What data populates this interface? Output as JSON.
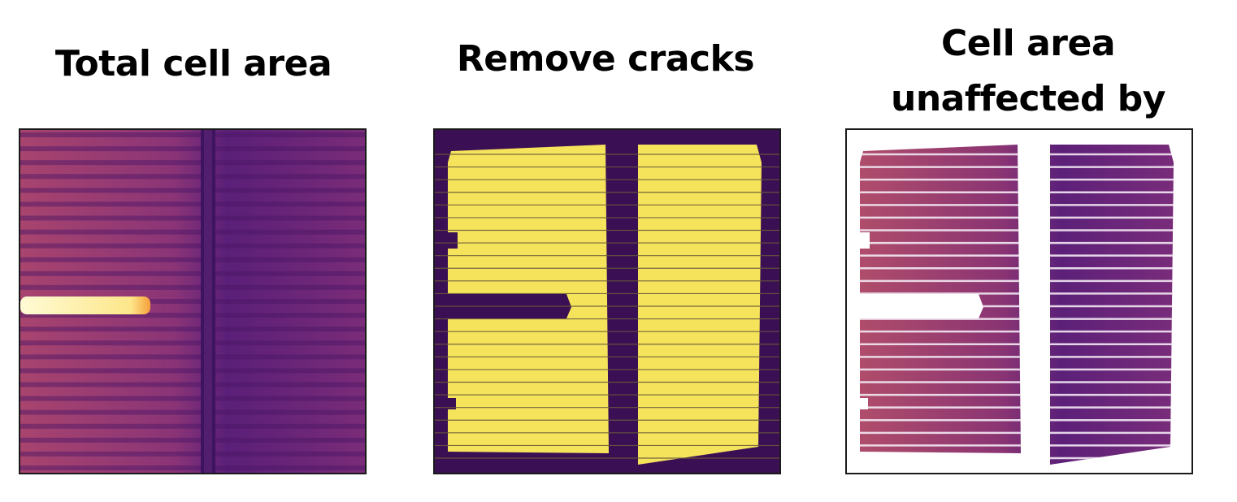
{
  "panels": [
    {
      "title": "Total cell area"
    },
    {
      "title": "Remove cracks"
    },
    {
      "title": "Cell area unaffected by cracks"
    }
  ],
  "colors": {
    "dark_purple": "#3b0f54",
    "mask_yellow": "#f6e35c",
    "el_mid": "#9c3f74",
    "el_crack": "#fde68a"
  },
  "mask": {
    "busbar_count": 1,
    "finger_lines": 24
  }
}
